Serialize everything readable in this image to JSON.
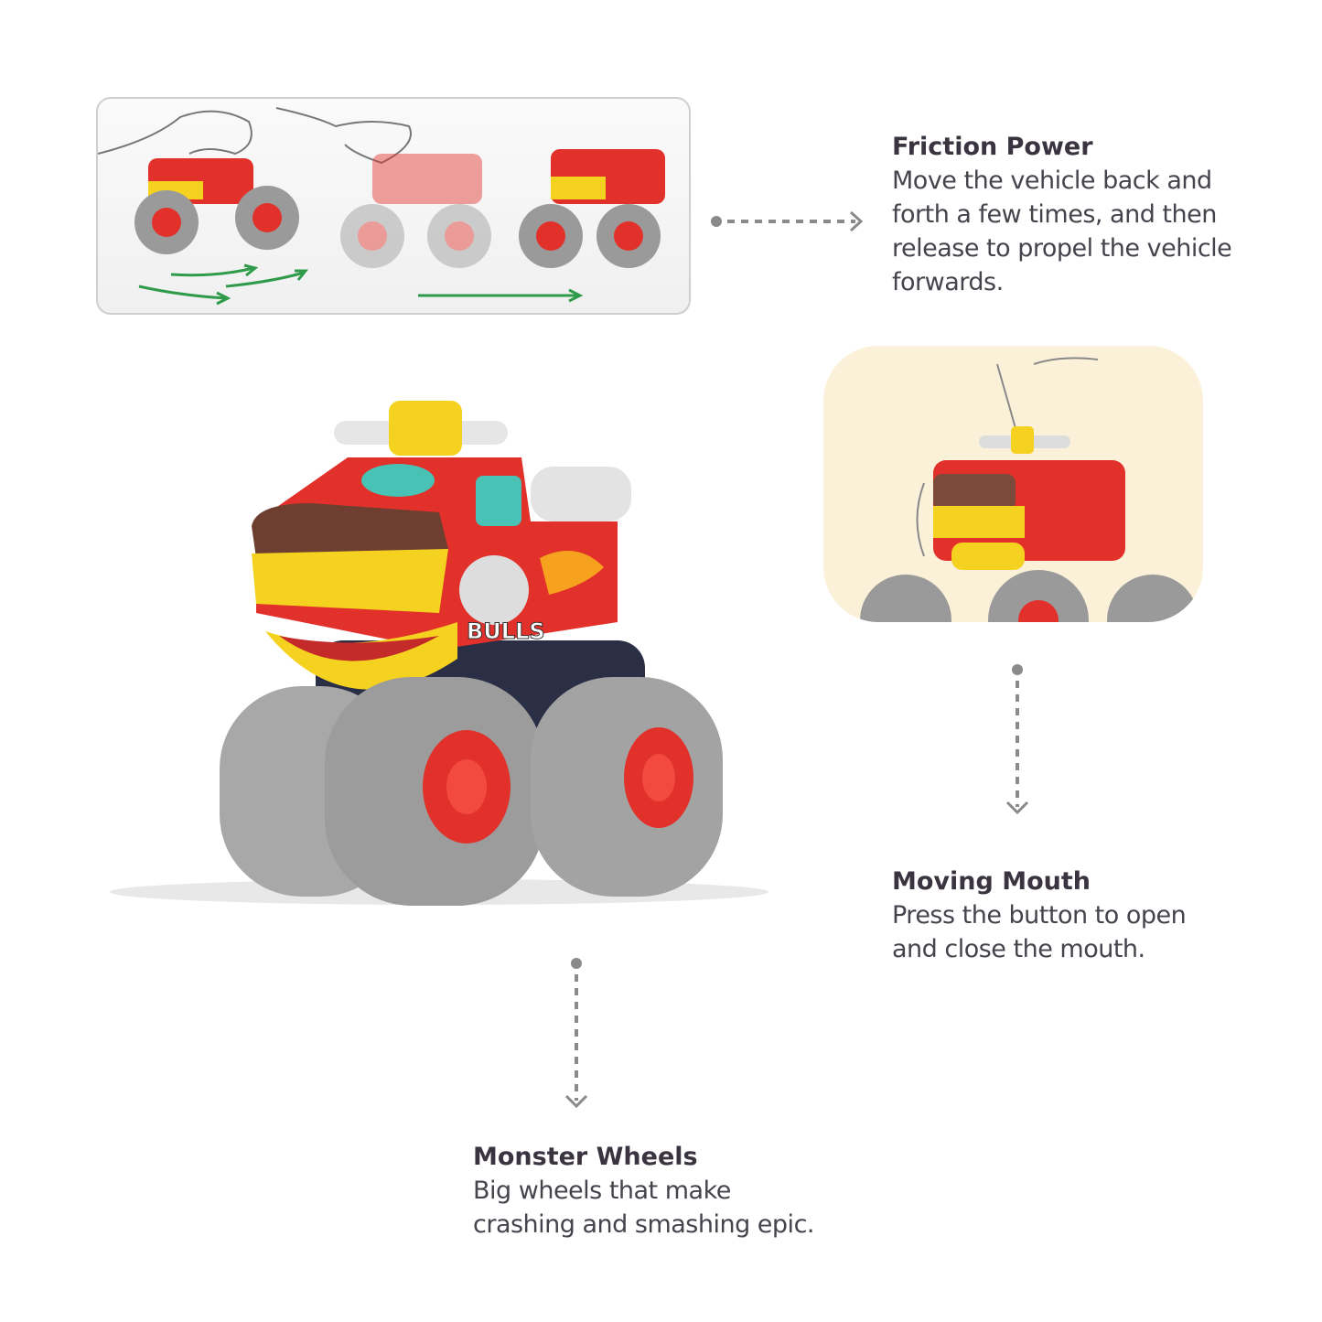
{
  "features": [
    {
      "title": "Friction Power",
      "lines": [
        "Move the vehicle back and",
        "forth a few times, and then",
        "release to propel the vehicle",
        "forwards."
      ]
    },
    {
      "title": "Moving Mouth",
      "lines": [
        "Press the button to open",
        "and close the mouth."
      ]
    },
    {
      "title": "Monster Wheels",
      "lines": [
        "Big wheels that make",
        "crashing and smashing epic."
      ]
    }
  ],
  "decal_text": "BULLS",
  "colors": {
    "body_red": "#e2312a",
    "yellow": "#f4d21f",
    "tire_gray": "#9a9a9a",
    "arrow_green": "#2e9a4a",
    "connector_gray": "#8a8a8a"
  }
}
